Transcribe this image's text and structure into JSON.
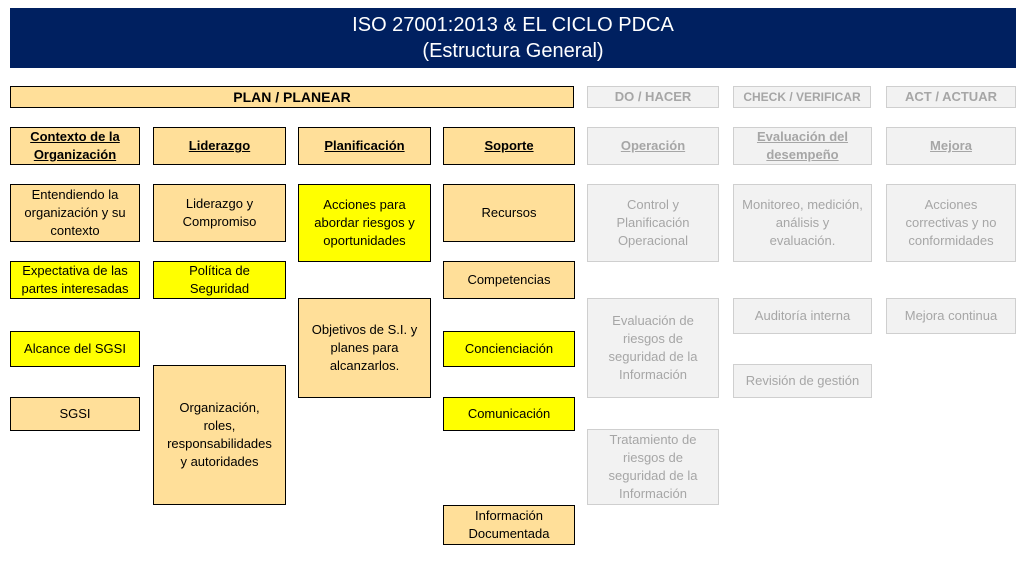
{
  "header": {
    "title_line1": "ISO 27001:2013 & EL CICLO PDCA",
    "title_line2": "(Estructura General)"
  },
  "colors": {
    "header_bg": "#002060",
    "box_tan": "#ffdf99",
    "box_yellow": "#ffff00",
    "box_gray": "#f2f2f2",
    "text_gray": "#a6a6a6"
  },
  "phases": {
    "plan": "PLAN / PLANEAR",
    "do": "DO / HACER",
    "check": "CHECK / VERIFICAR",
    "act": "ACT / ACTUAR"
  },
  "columns": {
    "contexto": {
      "title": "Contexto de la\nOrganización",
      "items": [
        "Entendiendo la\norganización y su\ncontexto",
        "Expectativa de las\npartes interesadas",
        "Alcance del SGSI",
        "SGSI"
      ]
    },
    "liderazgo": {
      "title": "Liderazgo",
      "items": [
        "Liderazgo y\nCompromiso",
        "Política de\nSeguridad",
        "Organización,\nroles,\nresponsabilidades\ny autoridades"
      ]
    },
    "planificacion": {
      "title": "Planificación",
      "items": [
        "Acciones para\nabordar riesgos y\noportunidades",
        "Objetivos de S.I. y\nplanes para\nalcanzarlos."
      ]
    },
    "soporte": {
      "title": "Soporte",
      "items": [
        "Recursos",
        "Competencias",
        "Concienciación",
        "Comunicación",
        "Información\nDocumentada"
      ]
    },
    "operacion": {
      "title": "Operación",
      "items": [
        "Control y\nPlanificación\nOperacional",
        "Evaluación de\nriesgos de\nseguridad de la\nInformación",
        "Tratamiento de\nriesgos de\nseguridad de la\nInformación"
      ]
    },
    "evaluacion": {
      "title": "Evaluación del\ndesempeño",
      "items": [
        "Monitoreo, medición,\nanálisis y\nevaluación.",
        "Auditoría interna",
        "Revisión de gestión"
      ]
    },
    "mejora": {
      "title": "Mejora",
      "items": [
        "Acciones\ncorrectivas y no\nconformidades",
        "Mejora continua"
      ]
    }
  }
}
